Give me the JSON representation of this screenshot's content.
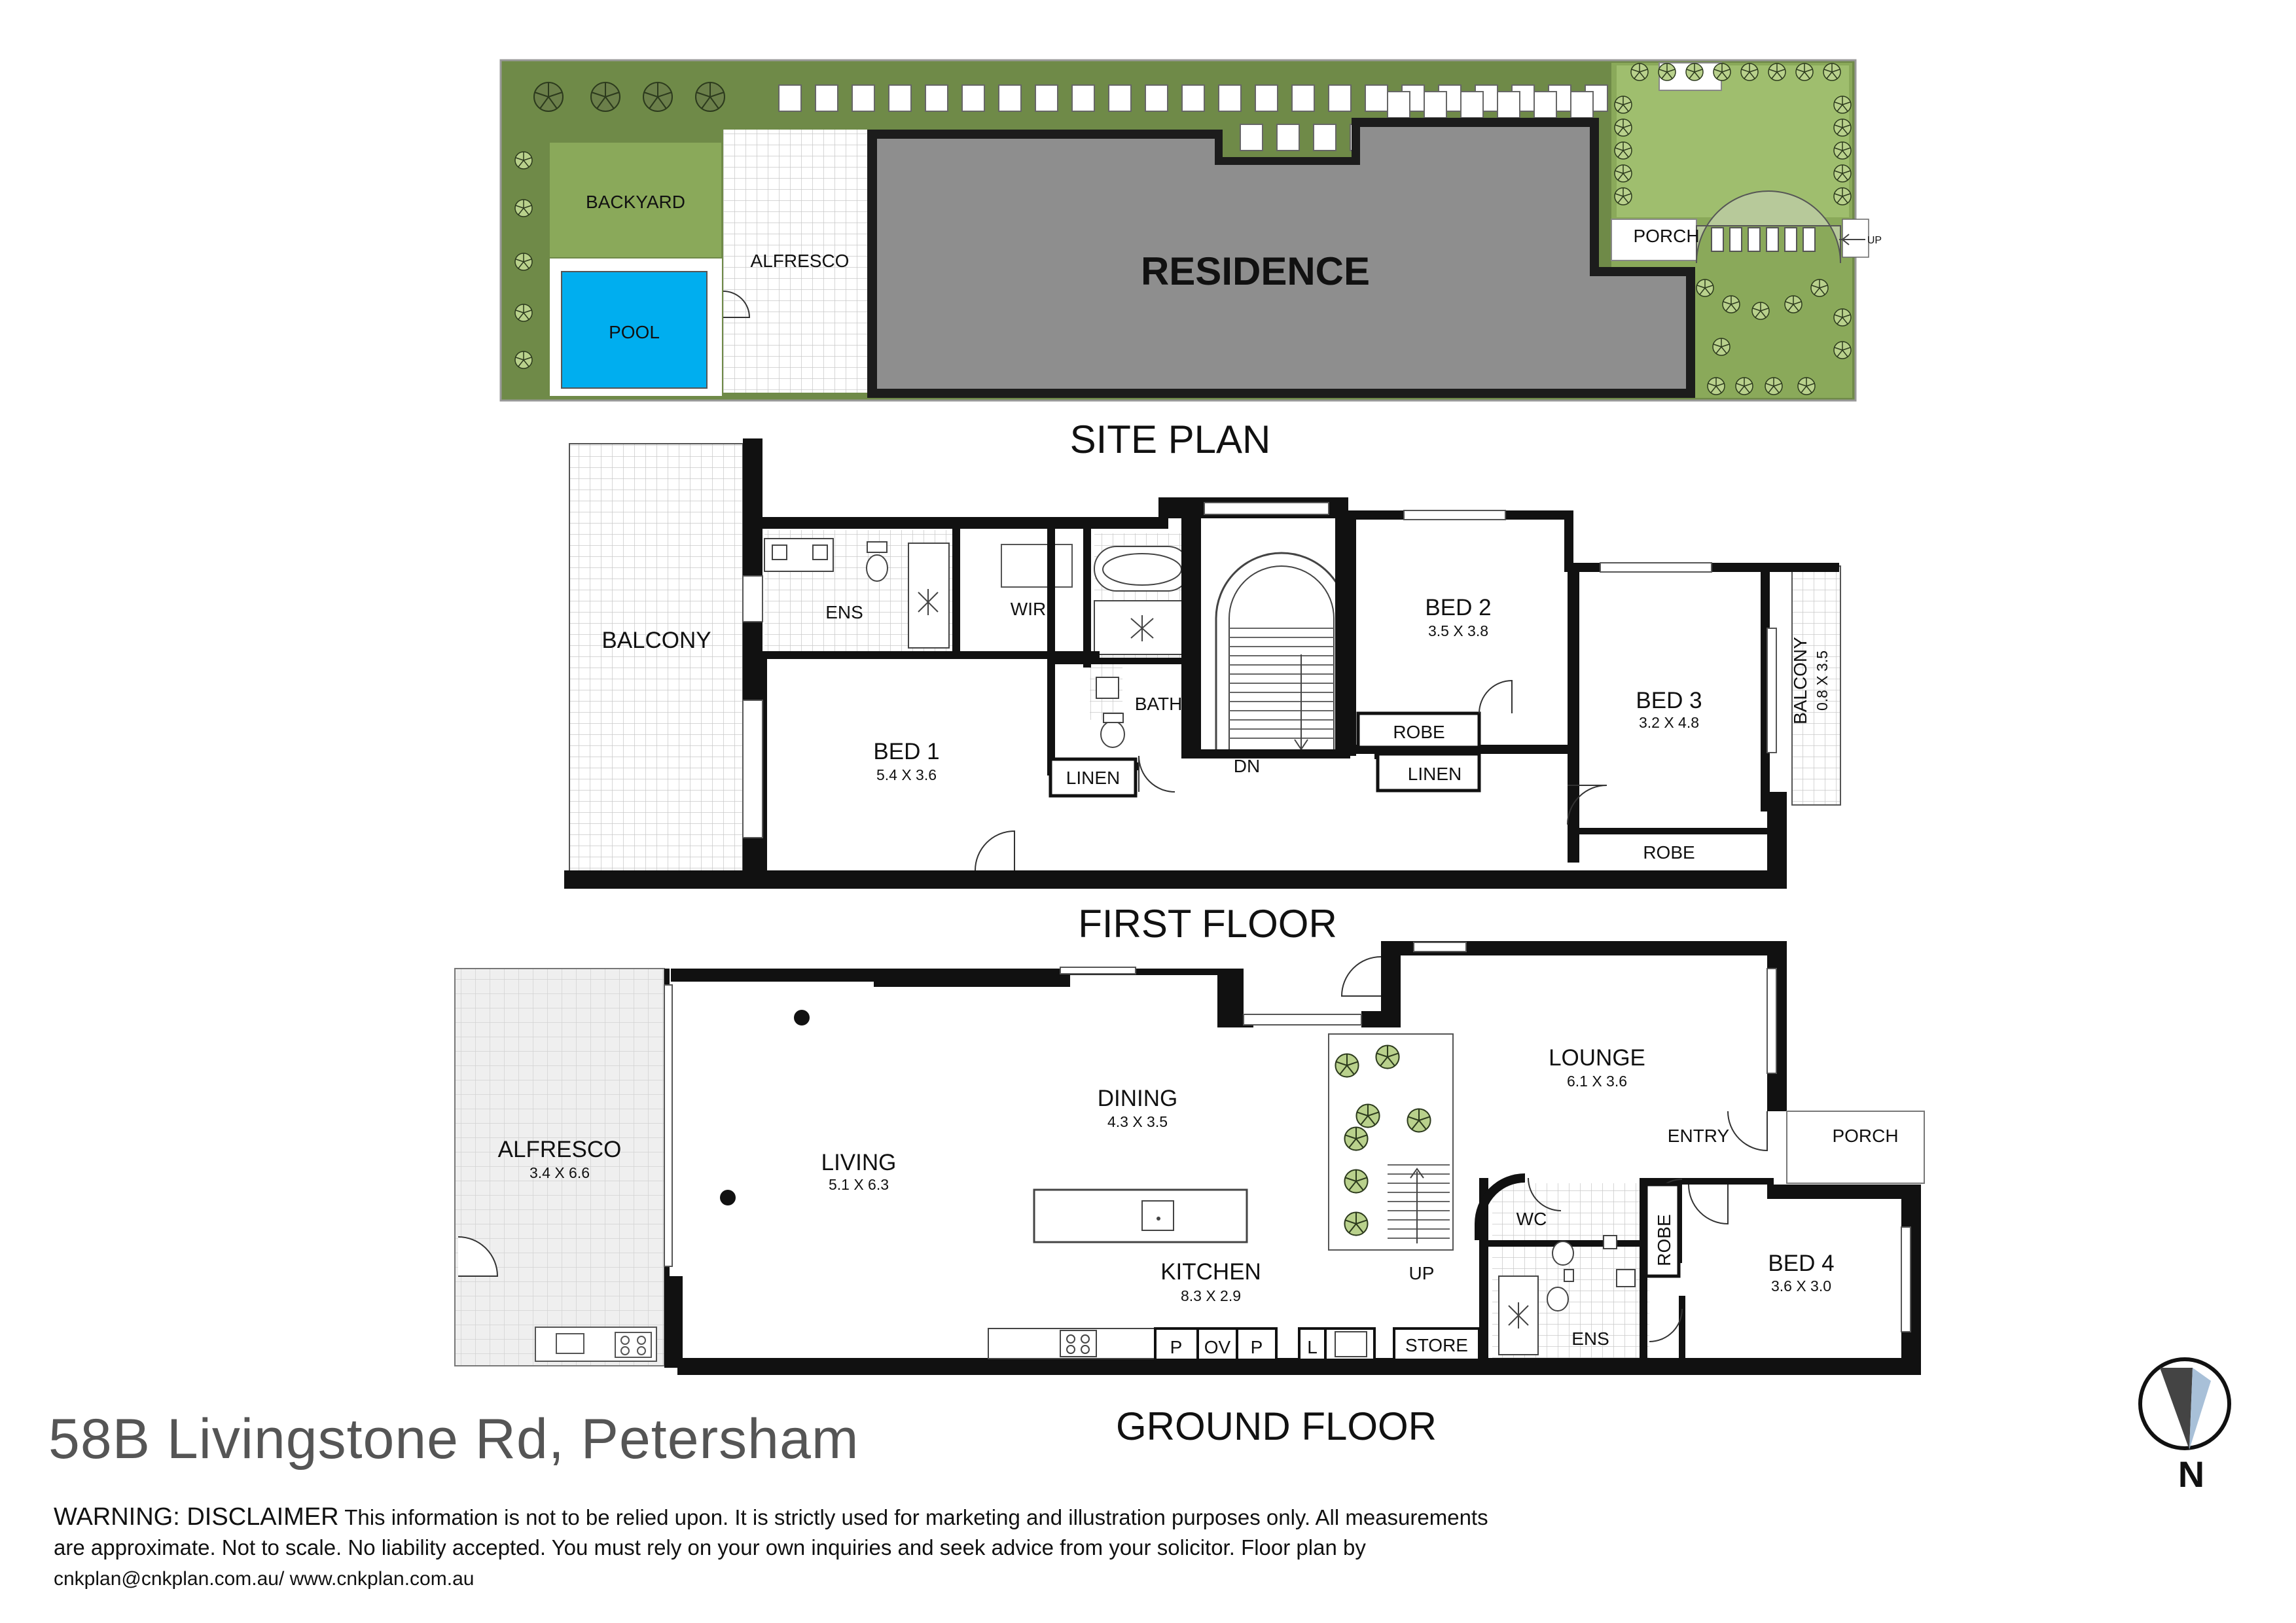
{
  "site_plan": {
    "heading": "SITE PLAN",
    "labels": {
      "backyard": "BACKYARD",
      "pool": "POOL",
      "alfresco": "ALFRESCO",
      "residence": "RESIDENCE",
      "porch": "PORCH",
      "up": "UP"
    }
  },
  "first_floor": {
    "heading": "FIRST FLOOR",
    "rooms": {
      "balcony": {
        "name": "BALCONY"
      },
      "ens": {
        "name": "ENS"
      },
      "wir": {
        "name": "WIR"
      },
      "bath": {
        "name": "BATH"
      },
      "bed1": {
        "name": "BED 1",
        "size": "5.4 X 3.6"
      },
      "linen1": {
        "name": "LINEN"
      },
      "stair_dn": {
        "name": "DN"
      },
      "bed2": {
        "name": "BED 2",
        "size": "3.5 X 3.8"
      },
      "robe2": {
        "name": "ROBE"
      },
      "linen2": {
        "name": "LINEN"
      },
      "bed3": {
        "name": "BED 3",
        "size": "3.2 X 4.8"
      },
      "robe3": {
        "name": "ROBE"
      },
      "balcony2": {
        "name": "BALCONY",
        "size": "0.8 X 3.5"
      }
    }
  },
  "ground_floor": {
    "heading": "GROUND FLOOR",
    "rooms": {
      "alfresco": {
        "name": "ALFRESCO",
        "size": "3.4 X 6.6"
      },
      "living": {
        "name": "LIVING",
        "size": "5.1 X 6.3"
      },
      "dining": {
        "name": "DINING",
        "size": "4.3 X 3.5"
      },
      "kitchen": {
        "name": "KITCHEN",
        "size": "8.3 X 2.9"
      },
      "lounge": {
        "name": "LOUNGE",
        "size": "6.1 X 3.6"
      },
      "entry": {
        "name": "ENTRY"
      },
      "porch": {
        "name": "PORCH"
      },
      "wc": {
        "name": "WC"
      },
      "robe": {
        "name": "ROBE"
      },
      "bed4": {
        "name": "BED 4",
        "size": "3.6 X 3.0"
      },
      "ens": {
        "name": "ENS"
      },
      "store": {
        "name": "STORE"
      },
      "stair_up": {
        "name": "UP"
      },
      "p1": {
        "name": "P"
      },
      "ov": {
        "name": "OV"
      },
      "p2": {
        "name": "P"
      },
      "l": {
        "name": "L"
      }
    }
  },
  "address": "58B Livingstone Rd, Petersham",
  "disclaimer": {
    "title": "WARNING: DISCLAIMER",
    "text": "This information is not to be relied upon. It is strictly used for marketing and illustration purposes only. All measurements are approximate. Not to scale. No liability accepted. You must rely on your own inquiries and seek advice from your solicitor. Floor plan by",
    "contact": "cnkplan@cnkplan.com.au/ www.cnkplan.com.au"
  },
  "compass": {
    "label": "N",
    "icon": "north-arrow-icon"
  },
  "colors": {
    "lawn": "#8aa95a",
    "pool": "#00aeef",
    "residence": "#8e8e8e",
    "wall": "#111111",
    "paving": "#e0e0e0",
    "text": "#111111"
  }
}
